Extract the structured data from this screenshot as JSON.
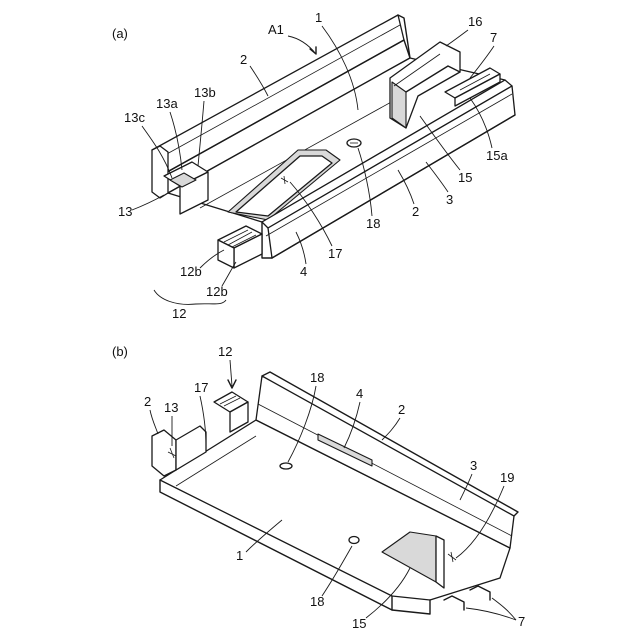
{
  "figure_a": {
    "panel_label": "(a)",
    "labels": {
      "A1": "A1",
      "n1": "1",
      "n2_top": "2",
      "n16": "16",
      "n7": "7",
      "n13a": "13a",
      "n13b": "13b",
      "n13c": "13c",
      "n13": "13",
      "n15a": "15a",
      "n15": "15",
      "n3": "3",
      "n2_right": "2",
      "n18": "18",
      "n17": "17",
      "n4": "4",
      "n12b_1": "12b",
      "n12b_2": "12b",
      "n12": "12"
    }
  },
  "figure_b": {
    "panel_label": "(b)",
    "labels": {
      "n12": "12",
      "n18_top": "18",
      "n2_left": "2",
      "n13": "13",
      "n17": "17",
      "n4": "4",
      "n2_right": "2",
      "n3": "3",
      "n19": "19",
      "n1": "1",
      "n18_bottom": "18",
      "n15": "15",
      "n7": "7"
    }
  }
}
